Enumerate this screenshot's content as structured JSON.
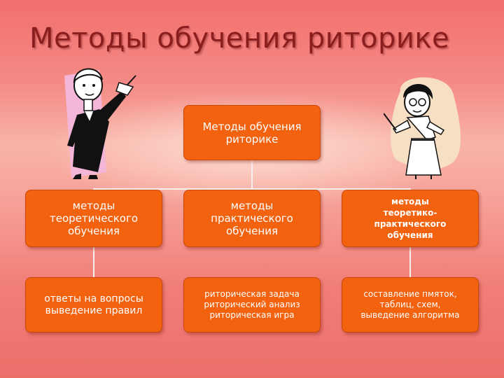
{
  "slide": {
    "title": "Методы обучения риторике"
  },
  "diagram": {
    "root": "Методы обучения\nриторике",
    "columns": [
      {
        "method": "методы\nтеоретического\nобучения",
        "activities": "ответы на вопросы\nвыведение правил"
      },
      {
        "method": "методы\nпрактического\nобучения",
        "activities": "риторическая задача\nриторический анализ\nриторическая игра"
      },
      {
        "method": "методы\nтеоретико-\nпрактического\nобучения",
        "activities": "составление пмяток,\nтаблиц, схем,\nвыведение алгоритма"
      }
    ]
  },
  "clipart": {
    "left": "teacher-with-pointer-left",
    "right": "teacher-with-pointer-right"
  }
}
